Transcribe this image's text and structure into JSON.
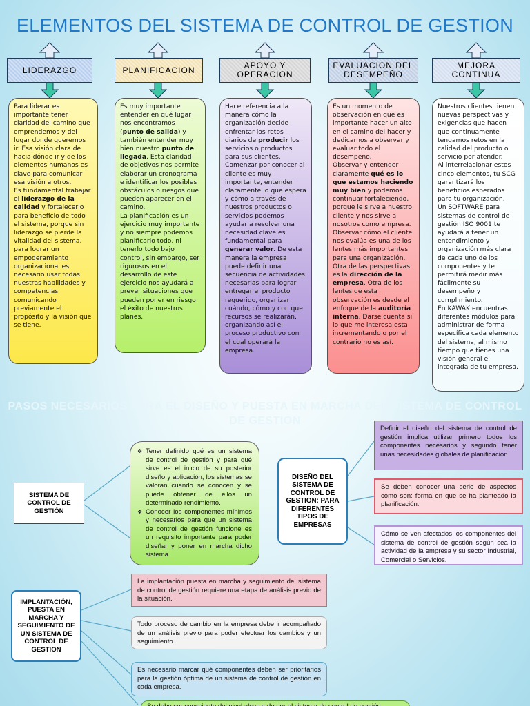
{
  "title": "ELEMENTOS DEL SISTEMA DE CONTROL DE GESTION",
  "headers": [
    {
      "label": "LIDERAZGO",
      "color": "#b8d0ee"
    },
    {
      "label": "PLANIFICACION",
      "color": "#f4e3b6"
    },
    {
      "label": "APOYO Y OPERACION",
      "color": "#d6d6d6"
    },
    {
      "label": "EVALUACION DEL DESEMPEÑO",
      "color": "#c2d0e6"
    },
    {
      "label": "MEJORA CONTINUA",
      "color": "#d4dff0"
    }
  ],
  "columns": {
    "liderazgo": {
      "p1": "Para liderar es importante tener claridad del camino que emprendemos y del lugar donde queremos ir. Esa visión clara de hacia dónde ir y de los elementos humanos es clave para comunicar esa visión a otros.",
      "p2a": "Es fundamental trabajar el ",
      "p2b": "liderazgo de la calidad",
      "p2c": " y fortalecerlo para beneficio de todo el sistema, porque sin liderazgo se pierde la vitalidad del sistema. para lograr un empoderamiento organizacional es necesario usar todas nuestras habilidades y competencias comunicando previamente el propósito y la visión que se tiene."
    },
    "planificacion": {
      "p1a": "Es muy importante entender en qué lugar nos encontramos (",
      "p1b": "punto de salida",
      "p1c": ") y también entender muy bien nuestro ",
      "p1d": "punto de llegada",
      "p1e": ". Esta claridad de objetivos nos permite elaborar un cronograma e identificar los posibles obstáculos o riesgos que pueden aparecer en el camino.",
      "p2": "La planificación es un ejercicio muy importante y no siempre podemos planificarlo todo, ni tenerlo todo bajo control, sin embargo, ser rigurosos en el desarrollo de este ejercicio nos ayudará a prever situaciones que pueden poner en riesgo el éxito de nuestros planes."
    },
    "apoyo": {
      "p1a": "Hace referencia a la manera cómo la organización decide enfrentar los retos diarios de ",
      "p1b": "producir",
      "p1c": " los servicios o productos para sus clientes.",
      "p2a": "Comenzar por conocer al cliente es muy importante, entender claramente lo que espera y cómo a través de nuestros productos o servicios podemos ayudar a resolver una necesidad clave es fundamental para ",
      "p2b": "generar valor",
      "p2c": ". De esta manera la empresa puede definir una secuencia de actividades necesarias para lograr entregar el producto requerido, organizar cuándo, cómo y con que recursos se realizarán. organizando así el proceso productivo con el cual operará la empresa."
    },
    "evaluacion": {
      "p1": "Es un momento de observación en que es importante hacer un alto en el camino del hacer y dedicarnos a observar y evaluar todo el desempeño.",
      "p2a": "Observar y entender claramente ",
      "p2b": "qué es lo que estamos haciendo muy bien",
      "p2c": " y podemos continuar fortaleciendo, porque le sirve a nuestro cliente y nos sirve a nosotros como empresa.",
      "p3a": "Observar cómo el cliente nos evalúa es una de los lentes más importantes para una organización. Otra de las perspectivas es la ",
      "p3b": "dirección de la empresa",
      "p3c": ". Otra de los lentes de esta observación es desde el enfoque de la ",
      "p3d": "auditoría interna",
      "p3e": ". Darse cuenta si lo que me interesa esta incrementando o por el contrario no es así."
    },
    "mejora": {
      "p1": "Nuestros clientes tienen nuevas perspectivas y exigencias que hacen que continuamente tengamos retos en la calidad del producto o servicio por atender.",
      "p2": "Al interrelacionar estos cinco elementos, tu SCG garantizará los beneficios esperados para tu organización.",
      "p3": "Un SOFTWARE para sistemas de control de gestión ISO 9001 te ayudará a tener un entendimiento y organización más clara de cada uno de los componentes y te permitirá medir más fácilmente su desempeño y cumplimiento.",
      "p4": "En KAWAK encuentras diferentes módulos para administrar de forma específica cada elemento del sistema, al mismo tiempo que tienes una visión general e integrada de tu empresa."
    }
  },
  "subtitle": "PASOS NECESARIOS PARA EL DISEÑO Y PUESTA EN MARCHA DEL SISTEMA DE CONTROL DE GESTION",
  "section1": {
    "label": "SISTEMA DE CONTROL DE GESTIÓN",
    "bullets": [
      "Tener definido qué es un sistema de control de gestión y para qué sirve es el inicio de su posterior diseño y aplicación, los sistemas se valoran cuando se conocen y se puede obtener de ellos un determinado rendimiento.",
      "Conocer los componentes mínimos y necesarios para que un sistema de control de gestión funcione es un requisito importante para poder diseñar y poner en marcha dicho sistema."
    ],
    "center_label": "DISEÑO DEL SISTEMA DE CONTROL DE GESTION: PARA DIFERENTES TIPOS DE EMPRESAS",
    "right_boxes": [
      "Definir el diseño del sistema de control de gestión implica utilizar primero todos los componentes necesarios y segundo tener unas necesidades globales de planificación",
      "Se deben conocer una serie de aspectos como son: forma en que se ha planteado la planificación.",
      "Cómo se ven afectados los componentes del sistema de control de gestión según sea la actividad de la empresa y su sector Industrial, Comercial o Servicios."
    ]
  },
  "section2": {
    "label": "IMPLANTACIÓN, PUESTA EN MARCHA Y SEGUIMIENTO DE UN SISTEMA DE CONTROL DE GESTION",
    "boxes": [
      "La implantación puesta en marcha y seguimiento del sistema de control de gestión requiere una etapa de análisis previo de la situación.",
      "Todo proceso de cambio en la empresa debe ir acompañado de un análisis previo para poder efectuar los cambios y un seguimiento.",
      "Es necesario marcar qué componentes deben ser prioritarios para la gestión óptima de un sistema de control de gestión en cada empresa.",
      "Se debe ser consciente del nivel alcanzado por el sistema de control de gestión"
    ]
  }
}
